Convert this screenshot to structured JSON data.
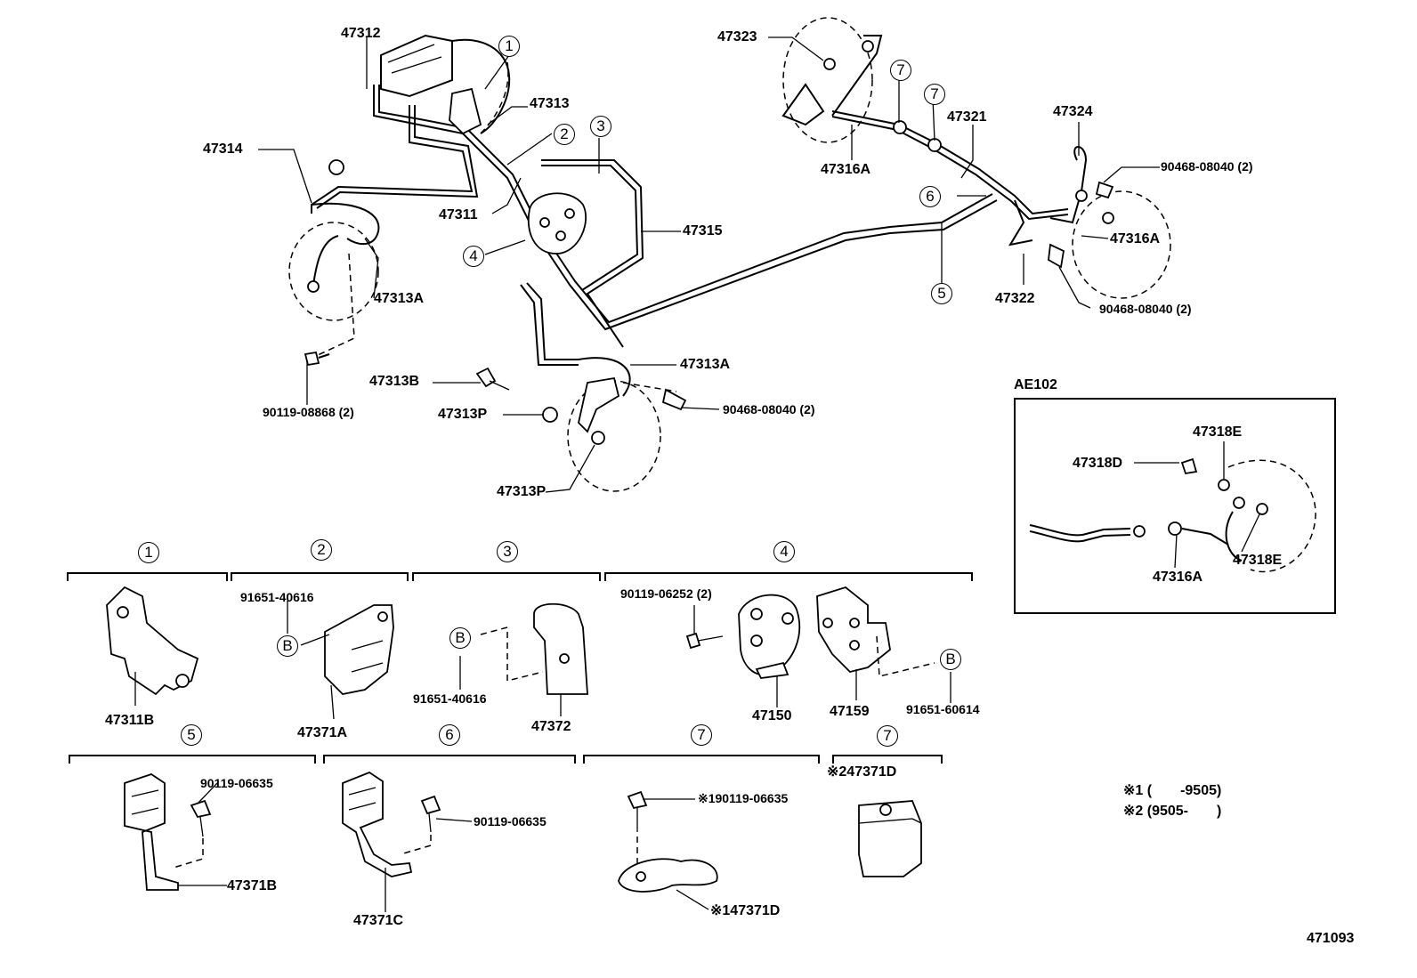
{
  "labels": {
    "p47312": "47312",
    "p47313": "47313",
    "p47314": "47314",
    "p47311": "47311",
    "p47315": "47315",
    "p47313A_left": "47313A",
    "p47313A_center": "47313A",
    "p47313B": "47313B",
    "p47313P_top": "47313P",
    "p47313P_bottom": "47313P",
    "p90119_08868": "90119-08868 (2)",
    "p90468_08040_center": "90468-08040 (2)",
    "p47323": "47323",
    "p47316A_top": "47316A",
    "p47321": "47321",
    "p47324": "47324",
    "p90468_08040_top": "90468-08040 (2)",
    "p47316A_right": "47316A",
    "p47322": "47322",
    "p90468_08040_right": "90468-08040 (2)",
    "ae102_title": "AE102",
    "p47318E_top": "47318E",
    "p47318D": "47318D",
    "p47316A_ae": "47316A",
    "p47318E_bottom": "47318E",
    "p91651_40616_g2": "91651-40616",
    "p91651_40616_g3": "91651-40616",
    "p90119_06252": "90119-06252 (2)",
    "p47311B": "47311B",
    "p47371A": "47371A",
    "p47372": "47372",
    "p47150": "47150",
    "p47159": "47159",
    "p91651_60614": "91651-60614",
    "p90119_06635_g5": "90119-06635",
    "p90119_06635_g6": "90119-06635",
    "p90119_06635_g7": "※190119-06635",
    "p47371B": "47371B",
    "p47371C": "47371C",
    "p47371D_g7": "※147371D",
    "p47371D_g7b": "※247371D",
    "note1": "※1 (　　-9505)",
    "note2": "※2 (9505-　　)",
    "diagram_code": "471093"
  },
  "callouts": {
    "c1": "1",
    "c2": "2",
    "c3": "3",
    "c4": "4",
    "c5": "5",
    "c6": "6",
    "c7a": "7",
    "c7b": "7",
    "g1": "1",
    "g2": "2",
    "g3": "3",
    "g4": "4",
    "g5": "5",
    "g6": "6",
    "g7": "7",
    "g7b": "7",
    "b1": "B",
    "b2": "B",
    "b3": "B"
  }
}
